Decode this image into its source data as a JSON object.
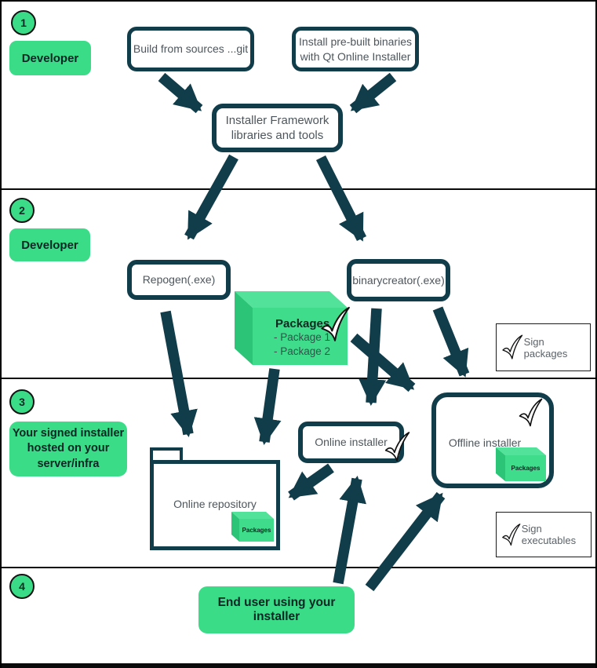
{
  "title": "Qt Installer Framework workflow diagram",
  "colors": {
    "accent_green": "#3adc87",
    "cube_top_green": "#53e299",
    "cube_side_green": "#2cc578",
    "teal_dark": "#113d4a",
    "box_text_gray": "#4d565c",
    "border_black": "#0a0a0a"
  },
  "sections": [
    {
      "number": "1",
      "label": "Developer"
    },
    {
      "number": "2",
      "label": "Developer"
    },
    {
      "number": "3",
      "label": "Your signed installer\nhosted on your\nserver/infra"
    },
    {
      "number": "4",
      "label": "End user using your installer"
    }
  ],
  "nodes": {
    "build": "Build from sources ...git",
    "install": "Install pre-built binaries\nwith Qt Online Installer",
    "framework": "Installer Framework\nlibraries and tools",
    "repogen": "Repogen(.exe)",
    "binarycreator": "binarycreator(.exe)",
    "online_installer": "Online installer",
    "offline_installer": "Offline installer",
    "online_repository": "Online repository"
  },
  "packages_cube": {
    "title": "Packages",
    "item1": "- Package 1",
    "item2": "- Package 2"
  },
  "small_cube_label": "Packages",
  "badges": {
    "sign_packages": "Sign packages",
    "sign_executables": "Sign executables"
  },
  "icons": {
    "checkmark": "hand-drawn check, white fill black outline",
    "arrow": "thick dark-teal arrow"
  }
}
